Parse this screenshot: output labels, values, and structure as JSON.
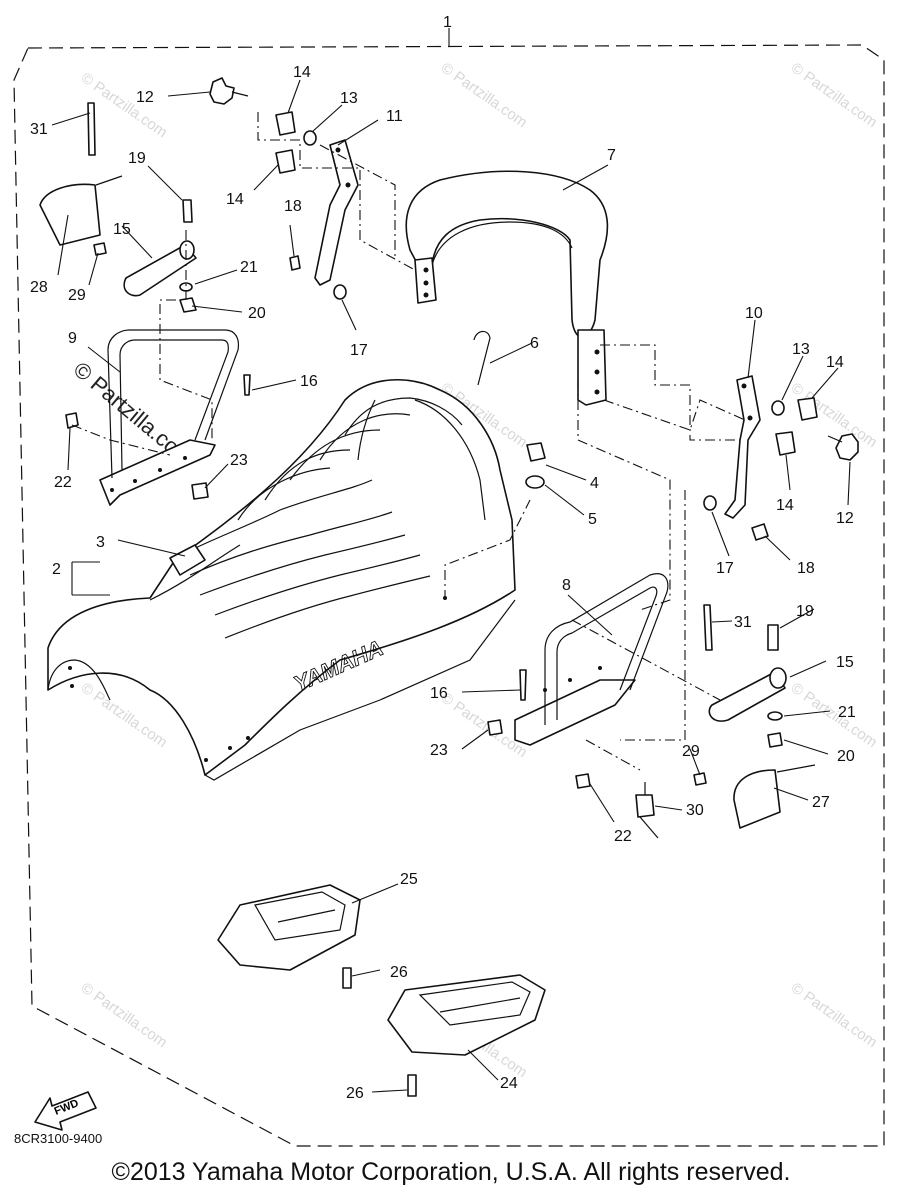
{
  "diagram": {
    "drawing_code": "8CR3100-9400",
    "copyright": "©2013 Yamaha Motor Corporation, U.S.A. All rights reserved.",
    "seat_brand": "YAMAHA",
    "fwd_label": "FWD",
    "watermark": "© Partzilla.com",
    "callouts": [
      "1",
      "2",
      "3",
      "4",
      "5",
      "6",
      "7",
      "8",
      "9",
      "10",
      "11",
      "12",
      "12",
      "13",
      "13",
      "14",
      "14",
      "14",
      "14",
      "15",
      "15",
      "16",
      "16",
      "17",
      "17",
      "18",
      "18",
      "19",
      "19",
      "20",
      "20",
      "21",
      "21",
      "22",
      "22",
      "23",
      "23",
      "24",
      "25",
      "26",
      "26",
      "27",
      "28",
      "29",
      "29",
      "30",
      "31",
      "31"
    ]
  }
}
